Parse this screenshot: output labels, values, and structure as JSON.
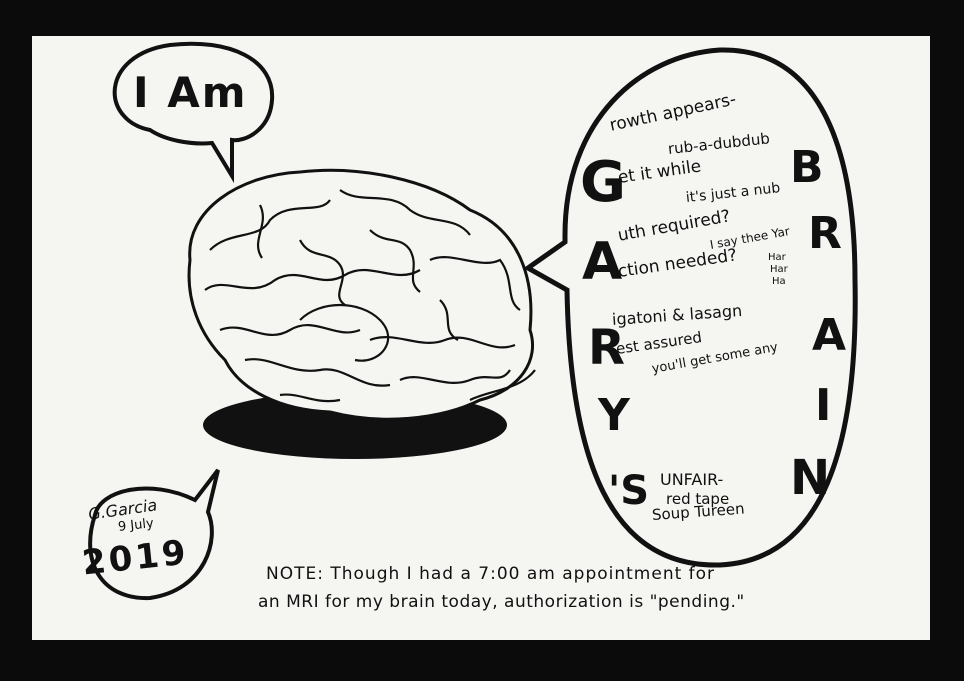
{
  "speech": {
    "i_am": "I Am"
  },
  "bubble": {
    "letters_left": [
      "G",
      "A",
      "R",
      "Y",
      "'S"
    ],
    "letters_right": [
      "B",
      "R",
      "A",
      "I",
      "N"
    ],
    "lines": [
      "rowth appears-",
      "rub-a-dubdub",
      "et it while",
      "it's just a nub",
      "uth required?",
      "I say thee Yar",
      "ction needed?",
      "Har",
      "Har",
      "Ha",
      "igatoni & lasagn",
      "est assured",
      "you'll get some any",
      "UNFAIR-",
      "red tape",
      "Soup Tureen"
    ]
  },
  "signature": {
    "name": "G.Garcia",
    "date": "9 July",
    "year": "2019"
  },
  "note": {
    "line1": "NOTE: Though I had a 7:00 am appointment for",
    "line2": "an MRI for my brain today, authorization is \"pending.\""
  },
  "colors": {
    "ink": "#111111",
    "paper": "#f5f5f2",
    "frame": "#0b0b0b"
  }
}
